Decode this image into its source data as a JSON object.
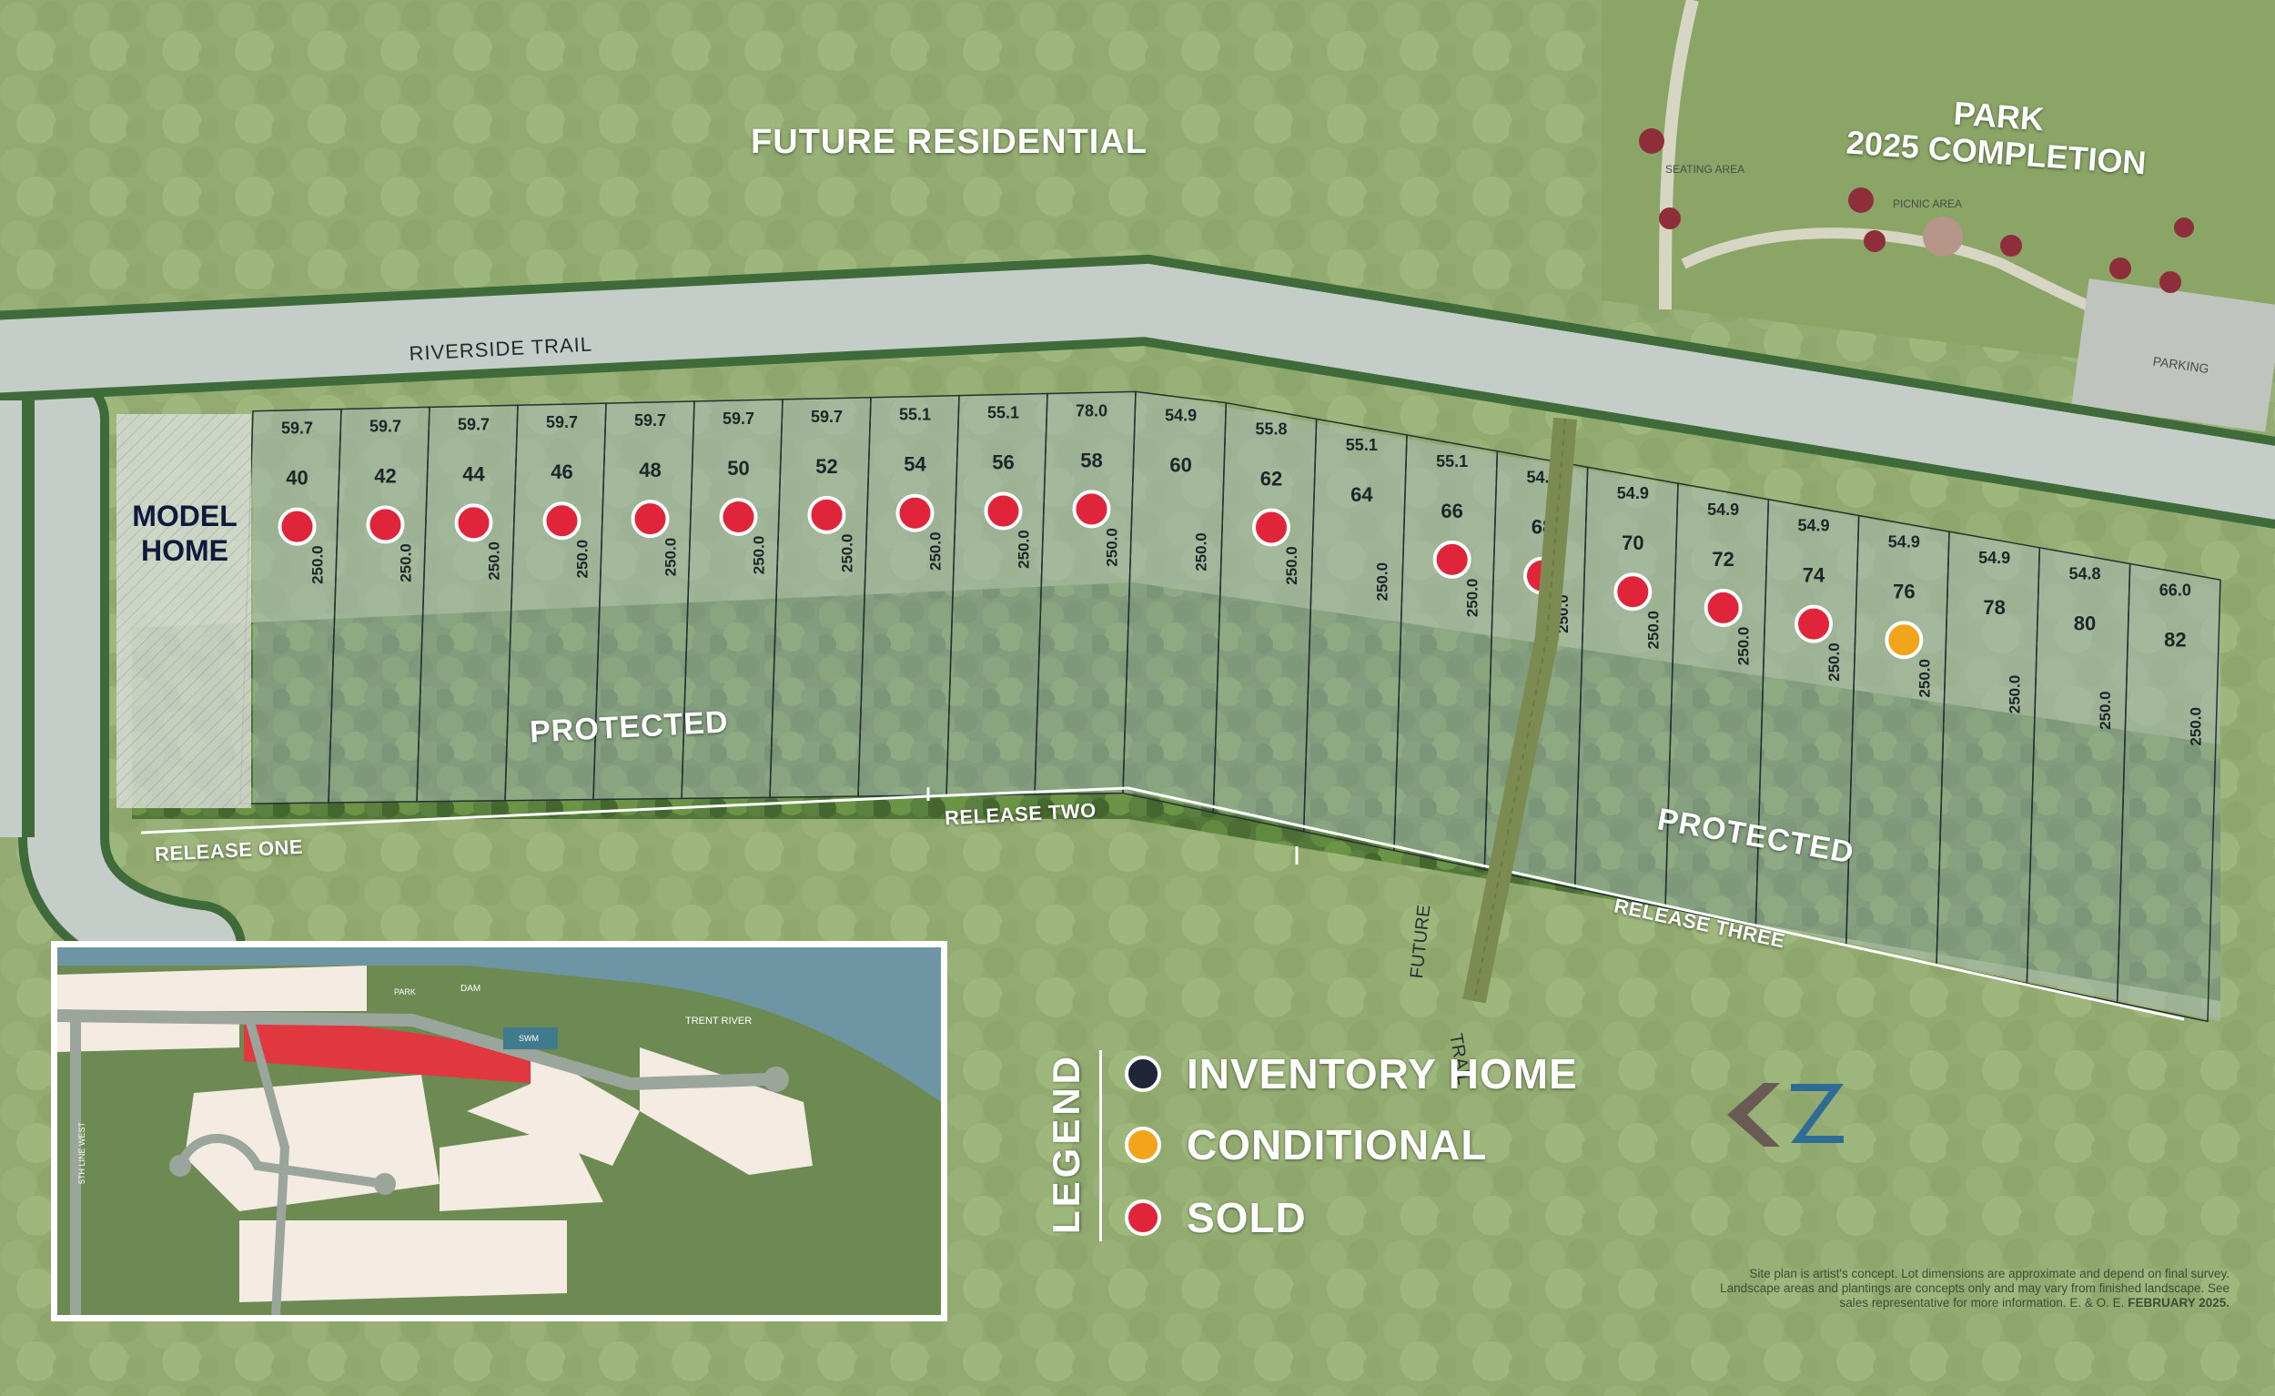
{
  "map": {
    "future_residential": "FUTURE RESIDENTIAL",
    "park_line1": "PARK",
    "park_line2": "2025 COMPLETION",
    "street_name": "RIVERSIDE TRAIL",
    "model_home_line1": "MODEL",
    "model_home_line2": "HOME",
    "protected_label": "PROTECTED",
    "release_one": "RELEASE ONE",
    "release_two": "RELEASE TWO",
    "release_three": "RELEASE THREE",
    "future_word": "FUTURE",
    "trail_word": "TRAIL",
    "park_features": {
      "seating": "SEATING AREA",
      "picnic": "PICNIC AREA",
      "parking": "PARKING"
    }
  },
  "lots": [
    {
      "number": "40",
      "frontage": "59.7",
      "depth": "250.0",
      "status": "sold"
    },
    {
      "number": "42",
      "frontage": "59.7",
      "depth": "250.0",
      "status": "sold"
    },
    {
      "number": "44",
      "frontage": "59.7",
      "depth": "250.0",
      "status": "sold"
    },
    {
      "number": "46",
      "frontage": "59.7",
      "depth": "250.0",
      "status": "sold"
    },
    {
      "number": "48",
      "frontage": "59.7",
      "depth": "250.0",
      "status": "sold"
    },
    {
      "number": "50",
      "frontage": "59.7",
      "depth": "250.0",
      "status": "sold"
    },
    {
      "number": "52",
      "frontage": "59.7",
      "depth": "250.0",
      "status": "sold"
    },
    {
      "number": "54",
      "frontage": "55.1",
      "depth": "250.0",
      "status": "sold"
    },
    {
      "number": "56",
      "frontage": "55.1",
      "depth": "250.0",
      "status": "sold"
    },
    {
      "number": "58",
      "frontage": "78.0",
      "depth": "250.0",
      "status": "sold"
    },
    {
      "number": "60",
      "frontage": "54.9",
      "depth": "250.0",
      "status": "available"
    },
    {
      "number": "62",
      "frontage": "55.8",
      "depth": "250.0",
      "status": "sold"
    },
    {
      "number": "64",
      "frontage": "55.1",
      "depth": "250.0",
      "status": "available"
    },
    {
      "number": "66",
      "frontage": "55.1",
      "depth": "250.0",
      "status": "sold"
    },
    {
      "number": "68",
      "frontage": "54.9",
      "depth": "250.0",
      "status": "sold"
    },
    {
      "number": "70",
      "frontage": "54.9",
      "depth": "250.0",
      "status": "sold"
    },
    {
      "number": "72",
      "frontage": "54.9",
      "depth": "250.0",
      "status": "sold"
    },
    {
      "number": "74",
      "frontage": "54.9",
      "depth": "250.0",
      "status": "sold"
    },
    {
      "number": "76",
      "frontage": "54.9",
      "depth": "250.0",
      "status": "conditional"
    },
    {
      "number": "78",
      "frontage": "54.9",
      "depth": "250.0",
      "status": "available"
    },
    {
      "number": "80",
      "frontage": "54.8",
      "depth": "250.0",
      "status": "available"
    },
    {
      "number": "82",
      "frontage": "66.0",
      "depth": "250.0",
      "status": "available"
    }
  ],
  "legend": {
    "title": "LEGEND",
    "items": [
      {
        "label": "INVENTORY HOME",
        "color": "#1f2638"
      },
      {
        "label": "CONDITIONAL",
        "color": "#f2a51a"
      },
      {
        "label": "SOLD",
        "color": "#e0243a"
      }
    ]
  },
  "inset": {
    "dam": "DAM",
    "trent_river": "TRENT RIVER",
    "swm": "SWM",
    "park": "PARK",
    "line_west": "5TH LINE WEST"
  },
  "disclaimer": {
    "line1": "Site plan is artist's concept.  Lot dimensions are approximate and depend on final survey.",
    "line2": "Landscape areas and plantings are concepts only and may vary from finished landscape. See",
    "line3": "sales representative for more information. E. & O. E.",
    "date": "FEBRUARY 2025."
  },
  "colors": {
    "sold": "#e0243a",
    "conditional": "#f2a51a",
    "inventory": "#1f2638",
    "lot_fill": "#a9bcb5",
    "road": "#c4cdc7",
    "road_edge": "#3f6b3a",
    "grass": "#7d9a5a"
  }
}
